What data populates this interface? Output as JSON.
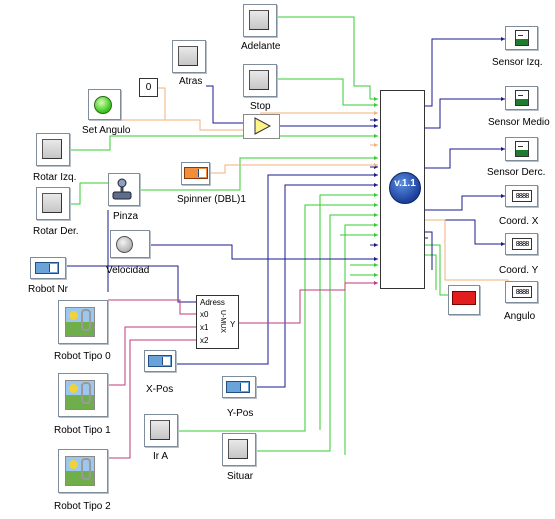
{
  "diagram": {
    "controls": {
      "adelante": "Adelante",
      "atras": "Atras",
      "stop": "Stop",
      "set_angulo": "Set Angulo",
      "angle_value": "0",
      "rotar_izq": "Rotar Izq.",
      "rotar_der": "Rotar Der.",
      "pinza": "Pinza",
      "spinner": "Spinner (DBL)1",
      "velocidad": "Velocidad",
      "robot_nr": "Robot Nr",
      "robot_tipo_0": "Robot Tipo 0",
      "robot_tipo_1": "Robot Tipo 1",
      "robot_tipo_2": "Robot Tipo 2",
      "x_pos": "X-Pos",
      "y_pos": "Y-Pos",
      "ir_a": "Ir A",
      "situar": "Situar"
    },
    "block": {
      "version": "v.1.1"
    },
    "mux": {
      "title": "U-MUX",
      "adress": "Adress",
      "x0": "x0",
      "x1": "x1",
      "x2": "x2",
      "y": "Y"
    },
    "outputs": {
      "sensor_izq": "Sensor Izq.",
      "sensor_medio": "Sensor Medio",
      "sensor_derc": "Sensor Derc.",
      "coord_x": "Coord. X",
      "coord_y": "Coord. Y",
      "angulo": "Angulo"
    }
  },
  "colors": {
    "green": "#33cc33",
    "blue": "#1a1a8c",
    "orange": "#f2b27a",
    "magenta": "#c23a7e",
    "red": "#e21d1d"
  }
}
